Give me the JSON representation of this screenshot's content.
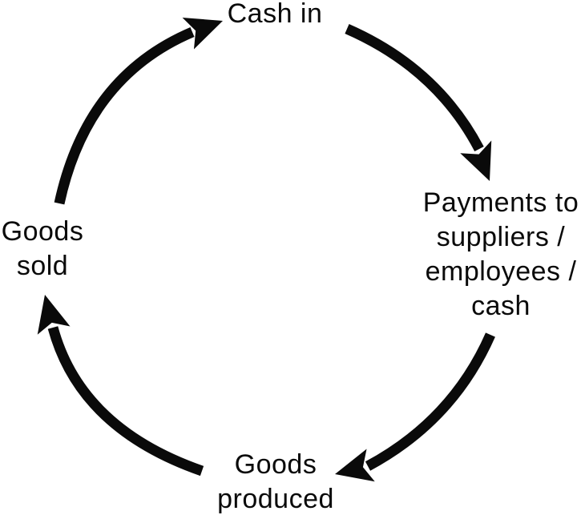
{
  "diagram": {
    "type": "cycle",
    "direction": "clockwise",
    "colors": {
      "background": "#ffffff",
      "ink": "#0a0a0a"
    },
    "nodes": [
      {
        "id": "cash-in",
        "position": "top",
        "lines": [
          "Cash in"
        ]
      },
      {
        "id": "payments-to-suppliers-employees-cash",
        "position": "right",
        "lines": [
          "Payments to",
          "suppliers /",
          "employees /",
          "cash"
        ]
      },
      {
        "id": "goods-produced",
        "position": "bottom",
        "lines": [
          "Goods",
          "produced"
        ]
      },
      {
        "id": "goods-sold",
        "position": "left",
        "lines": [
          "Goods",
          "sold"
        ]
      }
    ],
    "edges": [
      {
        "from": "cash-in",
        "to": "payments-to-suppliers-employees-cash"
      },
      {
        "from": "payments-to-suppliers-employees-cash",
        "to": "goods-produced"
      },
      {
        "from": "goods-produced",
        "to": "goods-sold"
      },
      {
        "from": "goods-sold",
        "to": "cash-in"
      }
    ]
  }
}
